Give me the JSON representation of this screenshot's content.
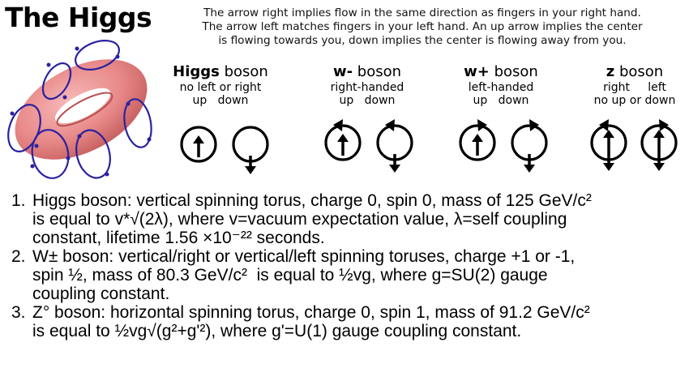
{
  "title": "The Higgs",
  "intro": [
    "The arrow right implies flow in the same direction as fingers in your right hand.",
    "The arrow left matches fingers in your left hand. An up arrow implies the center",
    "is flowing towards you, down implies the center is flowing away from you."
  ],
  "bosons": [
    {
      "name_bold": "Higgs",
      "name_rest": " boson",
      "line1": "no left or right",
      "line2": "up   down"
    },
    {
      "name_bold": "w-",
      "name_rest": " boson",
      "line1": "right-handed",
      "line2": "up   down"
    },
    {
      "name_bold": "w+",
      "name_rest": " boson",
      "line1": "left-handed",
      "line2": "up   down"
    },
    {
      "name_bold": "z",
      "name_rest": " boson",
      "line1": "right     left",
      "line2": "no up or down"
    }
  ],
  "list": [
    {
      "num": "1.",
      "lines": [
        "Higgs boson: vertical spinning torus, charge 0, spin 0, mass of 125 GeV/c²",
        "is equal to v*√(2λ), where v=vacuum expectation value, λ=self coupling",
        "constant, lifetime 1.56 ×10⁻²² seconds."
      ]
    },
    {
      "num": "2.",
      "lines": [
        "W± boson: vertical/right or vertical/left spinning toruses, charge +1 or -1,",
        "spin ½, mass of 80.3 GeV/c²  is equal to ½vg, where g=SU(2) gauge",
        "coupling constant."
      ]
    },
    {
      "num": "3.",
      "lines": [
        "Z° boson: horizontal spinning torus, charge 0, spin 1, mass of 91.2 GeV/c²",
        "is equal to ½vg√(g²+g'²), where g'=U(1) gauge coupling constant."
      ]
    }
  ],
  "colors": {
    "torus": "#e98a8a",
    "torus_shadow": "#c25a5a",
    "loop": "#2a22a0",
    "arrow": "#000000"
  }
}
